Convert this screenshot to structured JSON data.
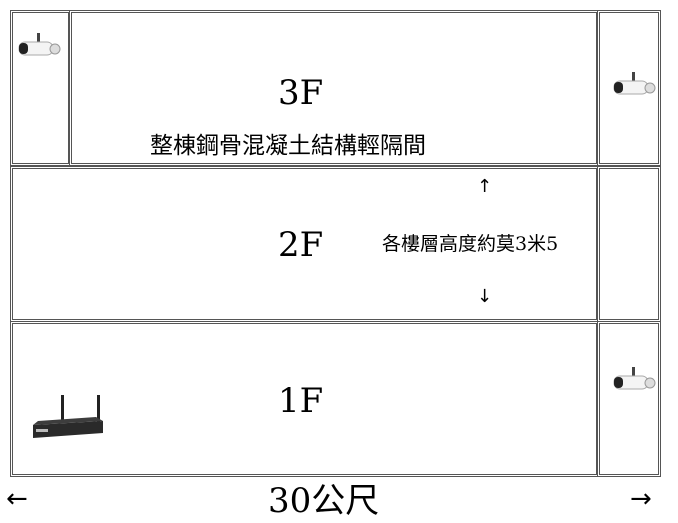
{
  "floors": {
    "f3": {
      "label": "3F"
    },
    "f2": {
      "label": "2F"
    },
    "f1": {
      "label": "1F"
    }
  },
  "notes": {
    "structure": "整棟鋼骨混凝土結構輕隔間",
    "floor_height": "各樓層高度約莫3米5"
  },
  "dimension": {
    "width_label": "30公尺",
    "left_arrow": "←",
    "right_arrow": "→",
    "up_arrow": "↑",
    "down_arrow": "↓"
  },
  "icons": {
    "camera": "security-camera-icon",
    "nvr": "nvr-recorder-icon"
  }
}
